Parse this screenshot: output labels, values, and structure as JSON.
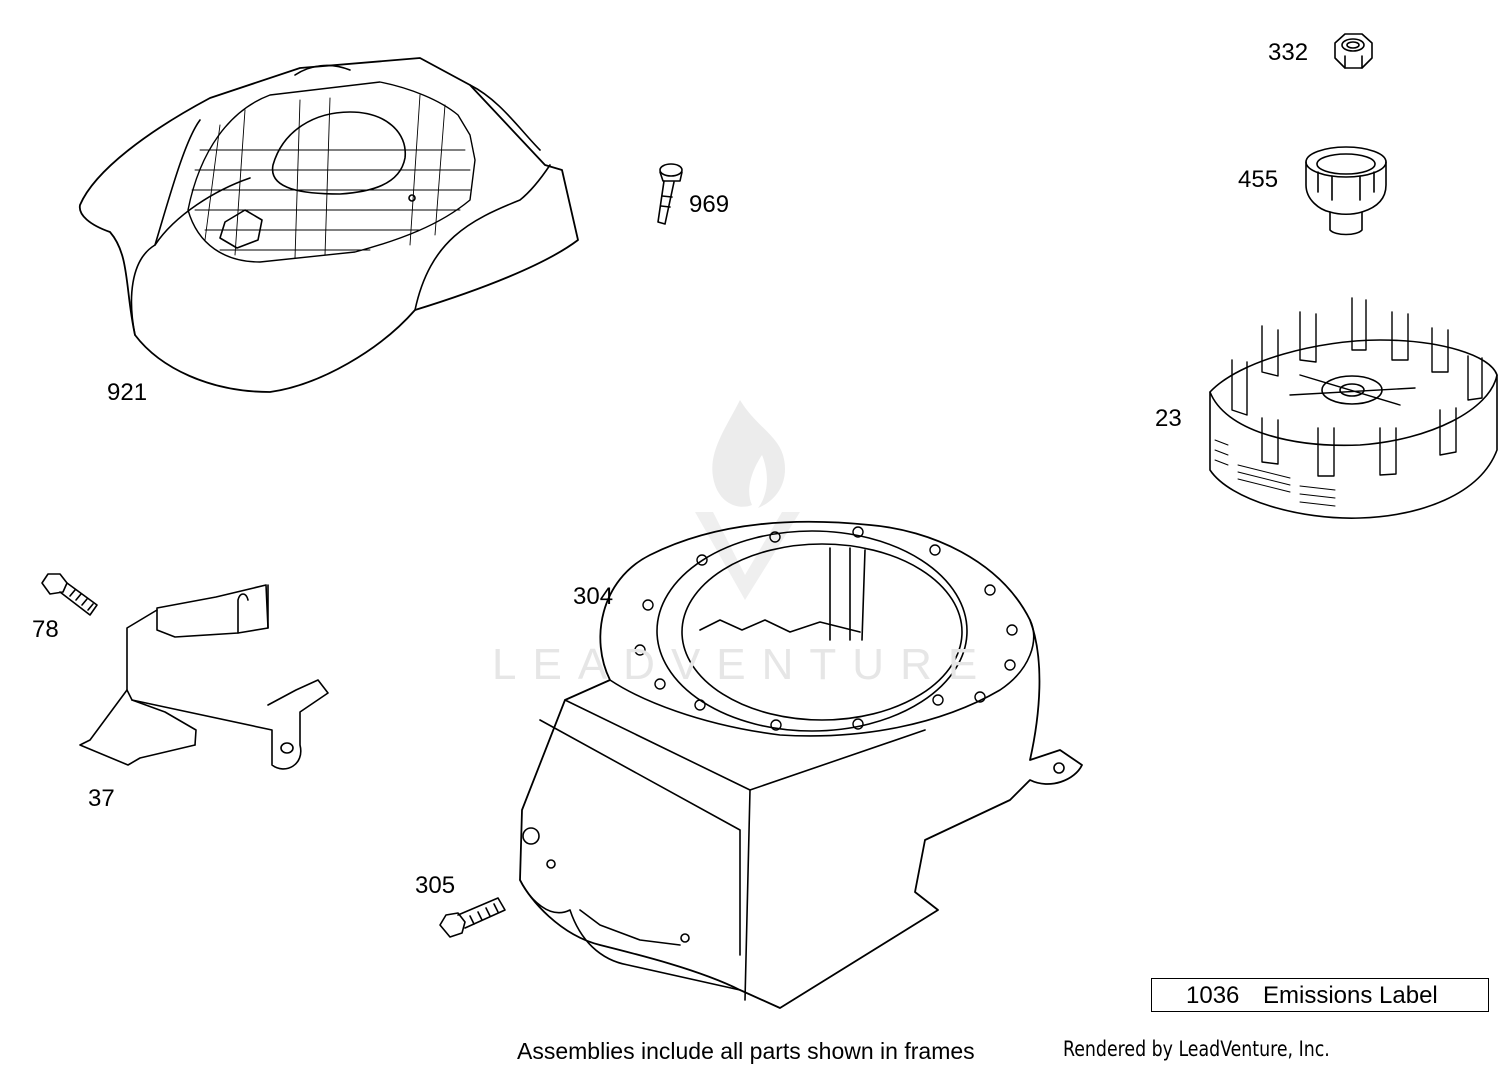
{
  "diagram": {
    "callouts": [
      {
        "id": "part-332",
        "label": "332"
      },
      {
        "id": "part-455",
        "label": "455"
      },
      {
        "id": "part-969",
        "label": "969"
      },
      {
        "id": "part-921",
        "label": "921"
      },
      {
        "id": "part-23",
        "label": "23"
      },
      {
        "id": "part-304",
        "label": "304"
      },
      {
        "id": "part-78",
        "label": "78"
      },
      {
        "id": "part-37",
        "label": "37"
      },
      {
        "id": "part-305",
        "label": "305"
      }
    ],
    "frame": {
      "number": "1036",
      "label": "Emissions Label"
    },
    "footer_note": "Assemblies include all parts shown in frames",
    "render_credit": "Rendered by LeadVenture, Inc.",
    "watermark": "LEADVENTURE"
  },
  "colors": {
    "line": "#000000",
    "background": "#ffffff",
    "watermark": "#e6e6e6"
  }
}
